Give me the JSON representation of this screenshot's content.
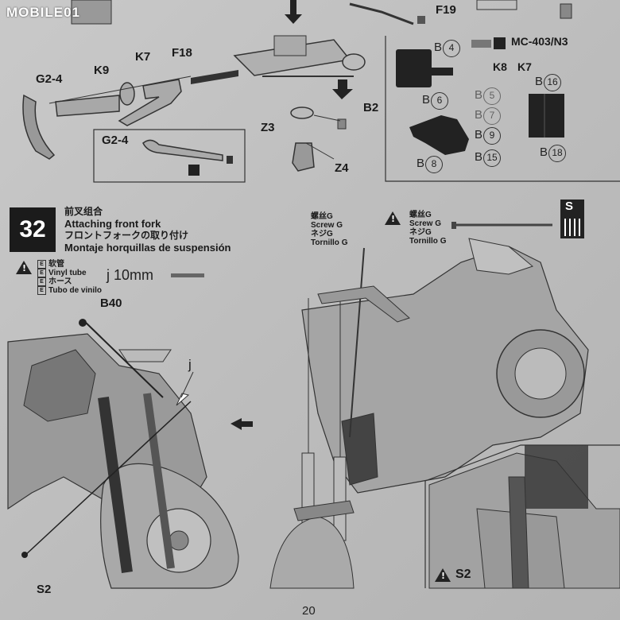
{
  "watermark": "MOBILE01",
  "top_section": {
    "labels": {
      "f19": "F19",
      "g2_4": "G2-4",
      "k9": "K9",
      "k7": "K7",
      "f18": "F18",
      "z3": "Z3",
      "z4": "Z4",
      "b2": "B2",
      "g2_4_box": "G2-4"
    },
    "decal_panel": {
      "code": "MC-403/N3",
      "k8": "K8",
      "k7": "K7",
      "items": [
        "B",
        "4",
        "B",
        "6",
        "B",
        "5",
        "B",
        "7",
        "B",
        "9",
        "B",
        "8",
        "B",
        "15",
        "B",
        "16",
        "B",
        "18"
      ]
    }
  },
  "step32": {
    "number": "32",
    "title_cn": "前叉组合",
    "title_en": "Attaching front fork",
    "title_jp": "フロントフォークの取り付け",
    "title_es": "Montaje horquillas de suspensión",
    "vinyl_cn": "软管",
    "vinyl_en": "Vinyl tube",
    "vinyl_jp": "ホース",
    "vinyl_es": "Tubo de vinilo",
    "tube_spec": "j 10mm",
    "screw1_cn": "螺丝G",
    "screw1_en": "Screw G",
    "screw1_jp": "ネジG",
    "screw1_es": "Tornillo G",
    "screw2_cn": "螺丝G",
    "screw2_en": "Screw G",
    "screw2_jp": "ネジG",
    "screw2_es": "Tornillo G",
    "screw_badge": "S",
    "label_b40": "B40",
    "label_j": "j",
    "label_s2_left": "S2",
    "label_s2_inset": "S2"
  },
  "page_number": "20"
}
